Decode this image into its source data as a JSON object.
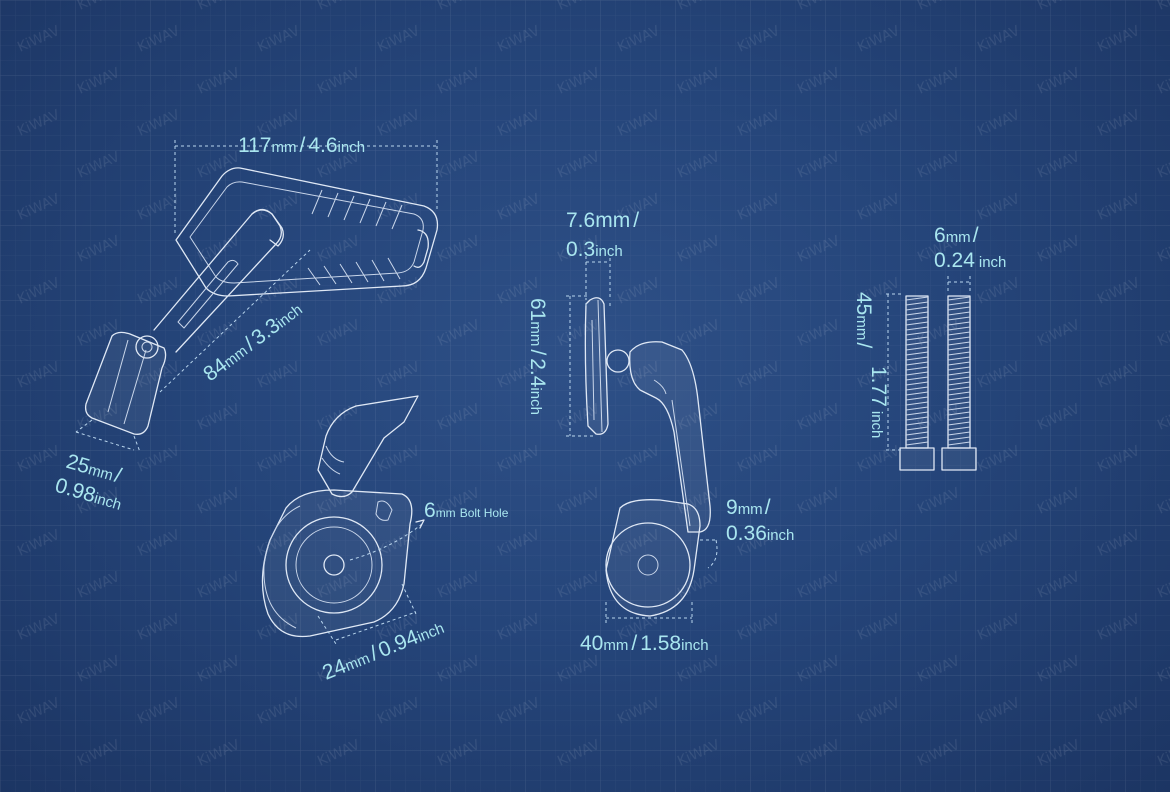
{
  "watermark": "KiWAV",
  "dimensions": {
    "length": {
      "value": "117",
      "unit": "mm",
      "sep": "/",
      "imperial": "4.6",
      "iunit": "inch"
    },
    "arm": {
      "value": "84",
      "unit": "mm",
      "sep": "/",
      "imperial": "3.3",
      "iunit": "inch"
    },
    "clamp_width": {
      "value": "25",
      "unit": "mm",
      "sep": "/",
      "imperial": "0.98",
      "iunit": "inch"
    },
    "bolt_hole": {
      "value": "6",
      "unit": "mm",
      "label": "Bolt Hole"
    },
    "clamp_dia": {
      "value": "24",
      "unit": "mm",
      "sep": "/",
      "imperial": "0.94",
      "iunit": "inch"
    },
    "mirror_thick": {
      "value": "7.6",
      "unit": "mm",
      "sep": "/",
      "imperial": "0.3",
      "iunit": "inch"
    },
    "mirror_height": {
      "value": "61",
      "unit": "mm",
      "sep": "/",
      "imperial": "2.4",
      "iunit": "inch"
    },
    "offset": {
      "value": "9",
      "unit": "mm",
      "sep": "/",
      "imperial": "0.36",
      "iunit": "inch"
    },
    "base_width": {
      "value": "40",
      "unit": "mm",
      "sep": "/",
      "imperial": "1.58",
      "iunit": "inch"
    },
    "bolt_dia": {
      "value": "6",
      "unit": "mm",
      "sep": "/",
      "imperial": "0.24",
      "iunit": "inch"
    },
    "bolt_len": {
      "value": "45",
      "unit": "mm",
      "sep": "/",
      "imperial": "1.77",
      "iunit": "inch"
    }
  }
}
